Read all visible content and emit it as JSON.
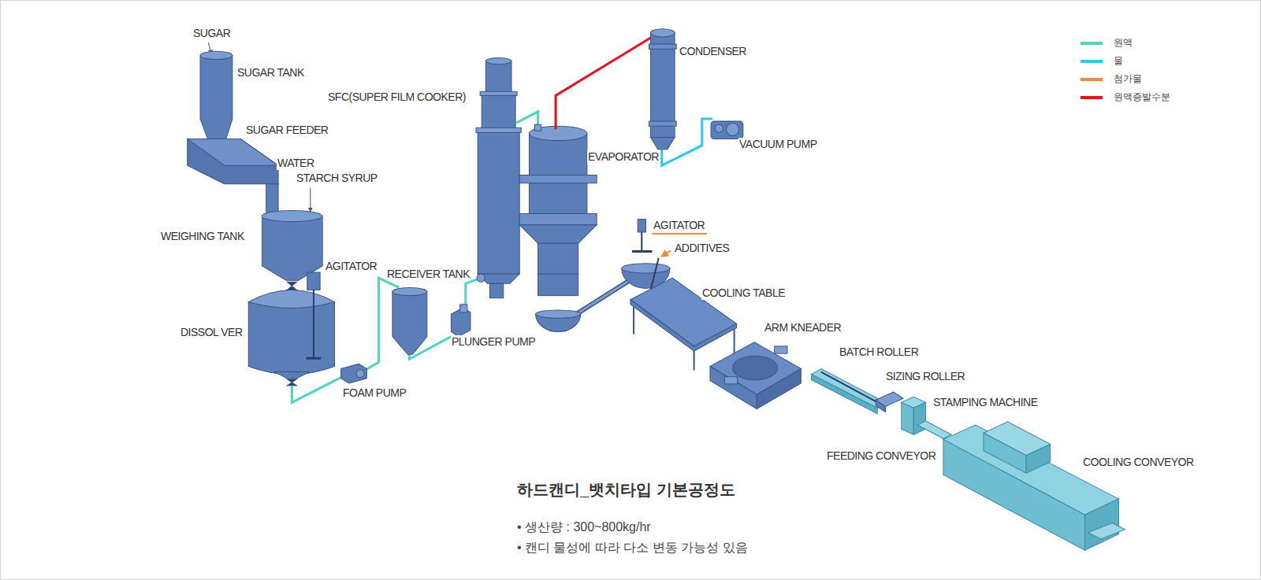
{
  "diagram": {
    "title": "하드캔디_뱃치타입 기본공정도",
    "labels": [
      "SUGAR",
      "SUGAR TANK",
      "SUGAR FEEDER",
      "WATER",
      "STARCH SYRUP",
      "WEIGHING TANK",
      "AGITATOR",
      "DISSOL VER",
      "FOAM PUMP",
      "RECEIVER TANK",
      "PLUNGER PUMP",
      "SFC(SUPER FILM COOKER)",
      "CONDENSER",
      "EVAPORATOR",
      "VACUUM PUMP",
      "AGITATOR",
      "ADDITIVES",
      "COOLING TABLE",
      "ARM KNEADER",
      "BATCH ROLLER",
      "SIZING ROLLER",
      "STAMPING MACHINE",
      "FEEDING CONVEYOR",
      "COOLING CONVEYOR",
      "• 생산량 : 300~800kg/hr",
      "• 캔디 물성에 따라 다소 변동 가능성 있음"
    ],
    "legend": [
      {
        "text": "원액",
        "color": "#4fd6b8"
      },
      {
        "text": "물",
        "color": "#2ec7ef"
      },
      {
        "text": "첨가물",
        "color": "#f08a3c"
      },
      {
        "text": "원액증발수분",
        "color": "#e3141b"
      }
    ]
  }
}
